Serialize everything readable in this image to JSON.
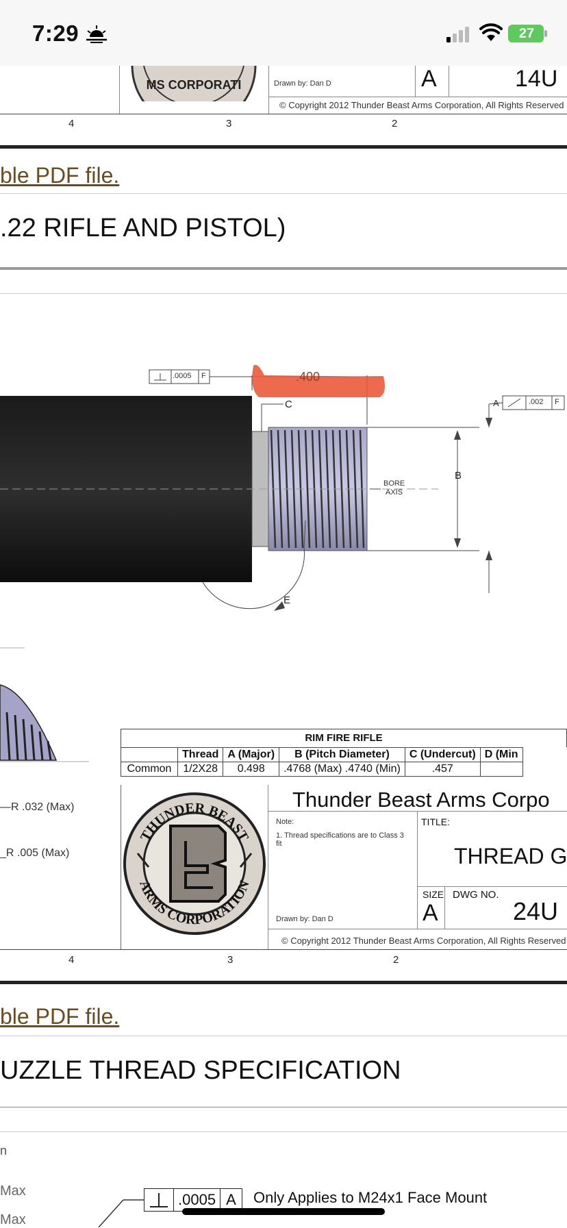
{
  "status_bar": {
    "time": "7:29",
    "battery": "27"
  },
  "sheet1": {
    "drawn_by": "Drawn by: Dan D",
    "size": "A",
    "dwg_no": "14U",
    "copyright": "© Copyright 2012 Thunder Beast Arms Corporation, All Rights Reserved",
    "zones": [
      "4",
      "3",
      "2"
    ]
  },
  "section1": {
    "link": "ble PDF file.",
    "heading": ".22 RIFLE AND PISTOL)"
  },
  "drawing": {
    "flatness": ".0005",
    "flatness_datum": "F",
    "length_dim": ".400",
    "label_c": "C",
    "label_a": "A",
    "runout": ".002",
    "runout_datum": "F",
    "label_b": "B",
    "bore_axis": [
      "BORE",
      "AXIS"
    ],
    "label_e": "E",
    "radius_max": "R .032 (Max)",
    "radius_min": "R .005 (Max)"
  },
  "spec_table": {
    "title": "RIM FIRE RIFLE",
    "headers": [
      "",
      "Thread",
      "A (Major)",
      "B (Pitch Diameter)",
      "C (Undercut)",
      "D (Min"
    ],
    "row": [
      "Common",
      "1/2X28",
      "0.498",
      ".4768 (Max) .4740 (Min)",
      ".457",
      ""
    ]
  },
  "sheet2": {
    "company": "Thunder Beast Arms Corpo",
    "note_label": "Note:",
    "note_text": "1. Thread specifications are to Class 3 fit",
    "title_label": "TITLE:",
    "title_value": "THREAD G",
    "size_label": "SIZE",
    "dwg_label": "DWG NO.",
    "size": "A",
    "dwg_no": "24U",
    "drawn_by": "Drawn by: Dan D",
    "copyright": "© Copyright 2012 Thunder Beast Arms Corporation, All Rights Reserved",
    "zones": [
      "4",
      "3",
      "2"
    ],
    "logo_text_top": "THUNDER BEAST",
    "logo_text_bottom": "ARMS CORPORATION",
    "logo_text_fragment": "MS CORPORATI"
  },
  "section2": {
    "link": "ble PDF file.",
    "heading": "UZZLE THREAD SPECIFICATION"
  },
  "bottom_spec": {
    "left_fragment_1": "n",
    "max_1": "Max",
    "max_2": "Max",
    "flatness": ".0005",
    "datum": "A",
    "note": "Only Applies to M24x1 Face Mount"
  }
}
